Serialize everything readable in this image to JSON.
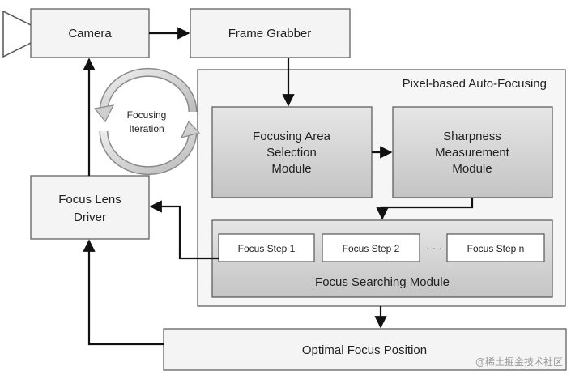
{
  "nodes": {
    "camera": "Camera",
    "frame_grabber": "Frame Grabber",
    "focus_lens_driver": [
      "Focus Lens",
      "Driver"
    ],
    "pixel_group": "Pixel-based Auto-Focusing",
    "focusing_area": [
      "Focusing Area",
      "Selection",
      "Module"
    ],
    "sharpness": [
      "Sharpness",
      "Measurement",
      "Module"
    ],
    "focus_searching": "Focus Searching Module",
    "step1": "Focus Step 1",
    "step2": "Focus Step 2",
    "ellipsis": "· · ·",
    "stepn": "Focus Step n",
    "optimal": "Optimal Focus Position",
    "iteration": [
      "Focusing",
      "Iteration"
    ]
  },
  "watermark": "@稀土掘金技术社区",
  "colors": {
    "box_fill": "#f4f4f4",
    "module_fill": "#d2d2d2",
    "stroke": "#555555",
    "arrow": "#111111"
  }
}
